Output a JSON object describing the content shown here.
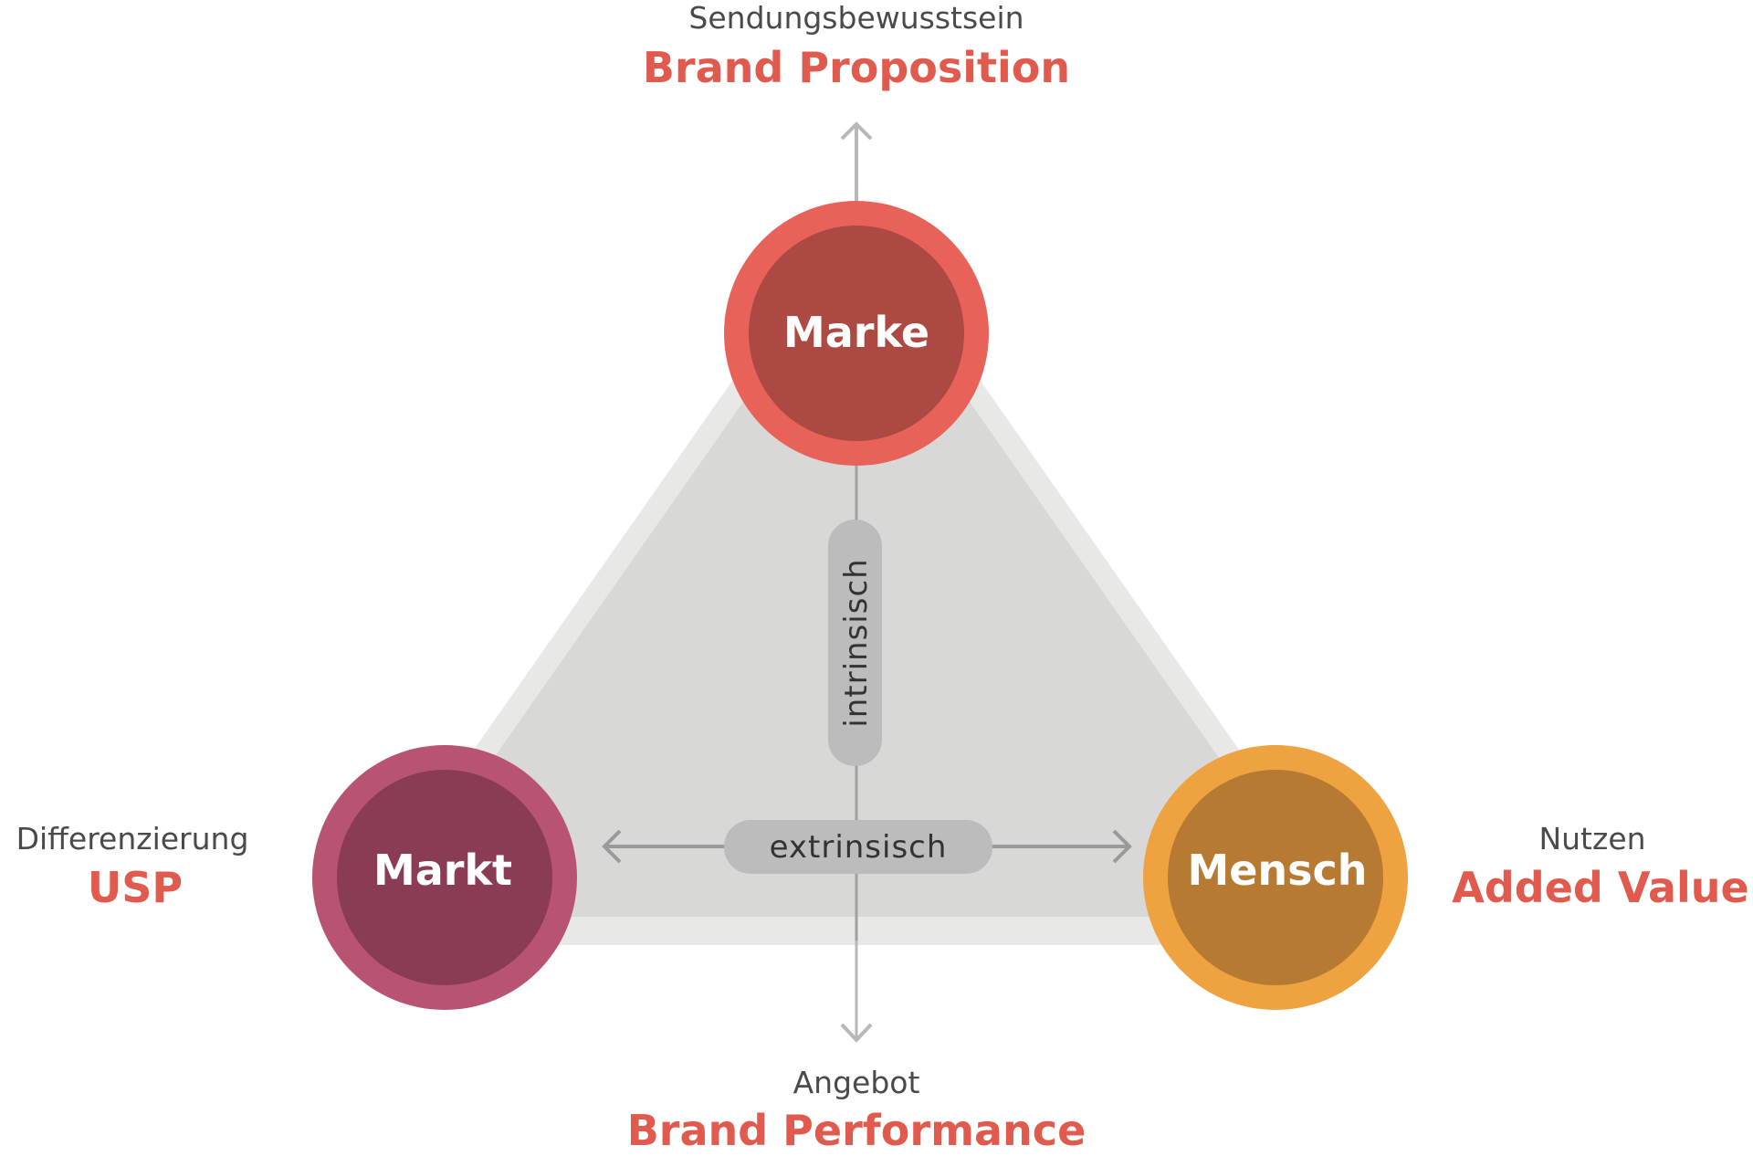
{
  "top": {
    "subtitle": "Sendungsbewusstsein",
    "title": "Brand Proposition"
  },
  "left": {
    "subtitle": "Differenzierung",
    "title": "USP"
  },
  "right": {
    "subtitle": "Nutzen",
    "title": "Added Value"
  },
  "bottom": {
    "subtitle": "Angebot",
    "title": "Brand Performance"
  },
  "nodes": {
    "marke": {
      "label": "Marke",
      "outer": "#e8625a",
      "inner": "#ad4943"
    },
    "markt": {
      "label": "Markt",
      "outer": "#b85472",
      "inner": "#893c53"
    },
    "mensch": {
      "label": "Mensch",
      "outer": "#eea240",
      "inner": "#b77a33"
    }
  },
  "axes": {
    "vertical": "intrinsisch",
    "horizontal": "extrinsisch"
  },
  "colors": {
    "accent": "#e05a4e"
  }
}
